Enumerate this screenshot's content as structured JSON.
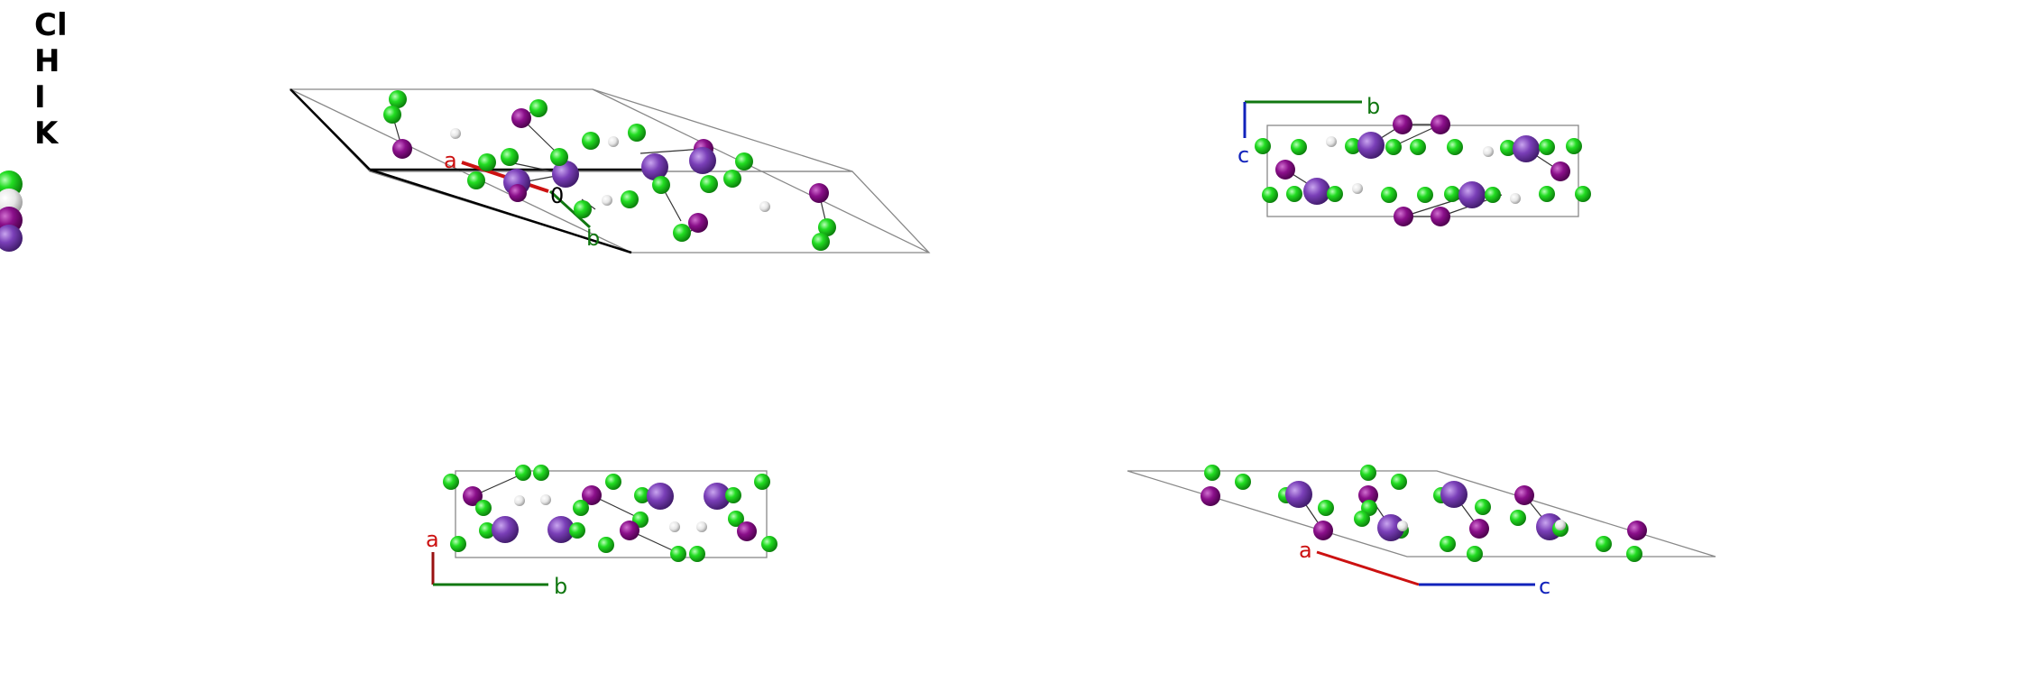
{
  "legend": {
    "elements": [
      {
        "symbol": "Cl",
        "color": "#1fd01f"
      },
      {
        "symbol": "H",
        "color": "#e8e8e8"
      },
      {
        "symbol": "I",
        "color": "#8a0f8a"
      },
      {
        "symbol": "K",
        "color": "#7a3fb8"
      }
    ]
  },
  "views": {
    "perspective": {
      "axis_a": "a",
      "axis_b": "b",
      "origin": "0"
    },
    "along_a": {
      "axis_b": "b",
      "axis_c": "c"
    },
    "along_c": {
      "axis_a": "a",
      "axis_b": "b"
    },
    "along_b": {
      "axis_a": "a",
      "axis_c": "c"
    }
  },
  "colors": {
    "axis_a": "#cc1111",
    "axis_b": "#117711",
    "axis_c": "#1122bb",
    "cell_line": "#888888"
  }
}
